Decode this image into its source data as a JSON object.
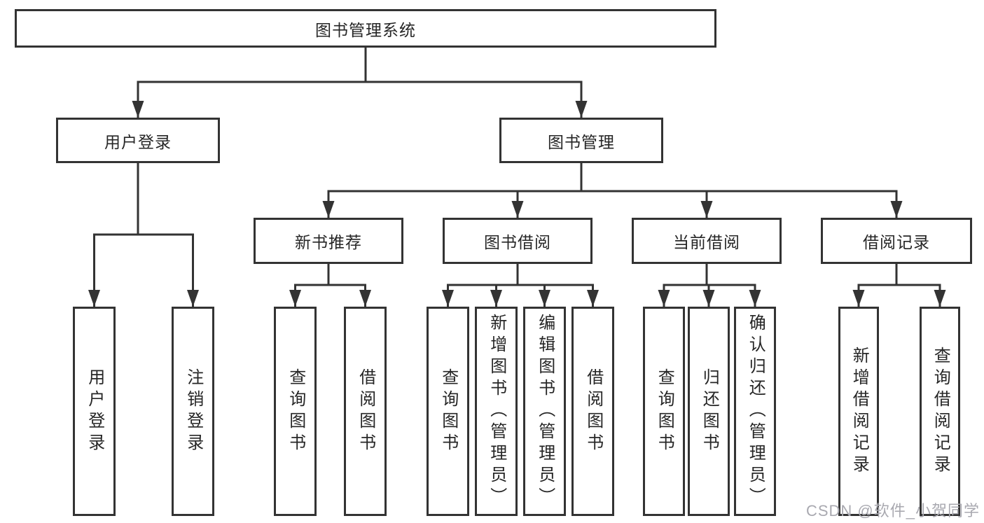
{
  "colors": {
    "line": "#333333",
    "box_border": "#333333",
    "box_fill": "#ffffff",
    "text": "#262626",
    "background": "#ffffff",
    "watermark": "#a9a9b0"
  },
  "watermark": {
    "text": "CSDN @软件_小贺同学"
  },
  "tree": {
    "label": "图书管理系统",
    "children": [
      {
        "label": "用户登录",
        "children": [
          {
            "label": "用户登录"
          },
          {
            "label": "注销登录"
          }
        ]
      },
      {
        "label": "图书管理",
        "children": [
          {
            "label": "新书推荐",
            "children": [
              {
                "label": "查询图书"
              },
              {
                "label": "借阅图书"
              }
            ]
          },
          {
            "label": "图书借阅",
            "children": [
              {
                "label": "查询图书"
              },
              {
                "label": "新增图书（管理员）"
              },
              {
                "label": "编辑图书（管理员）"
              },
              {
                "label": "借阅图书"
              }
            ]
          },
          {
            "label": "当前借阅",
            "children": [
              {
                "label": "查询图书"
              },
              {
                "label": "归还图书"
              },
              {
                "label": "确认归还（管理员）"
              }
            ]
          },
          {
            "label": "借阅记录",
            "children": [
              {
                "label": "新增借阅记录"
              },
              {
                "label": "查询借阅记录"
              }
            ]
          }
        ]
      }
    ]
  }
}
